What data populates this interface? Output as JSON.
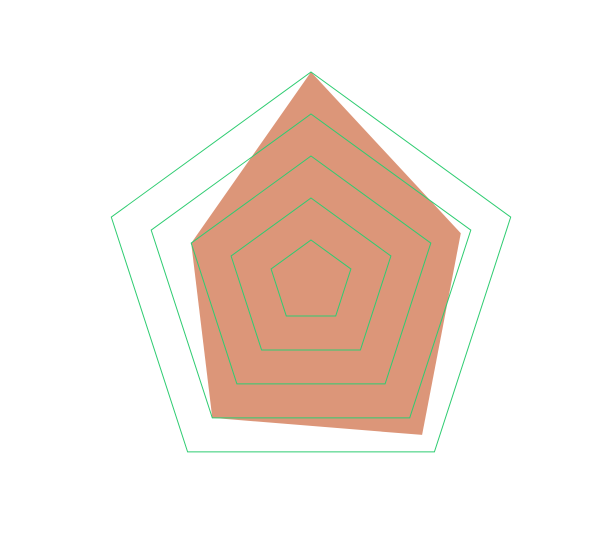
{
  "chart_data": {
    "type": "radar",
    "axes": 5,
    "max": 5,
    "rings": [
      1,
      2,
      3,
      4,
      5
    ],
    "series": [
      {
        "values": [
          5,
          3.75,
          4.5,
          4,
          3
        ]
      }
    ],
    "grid": true,
    "legend": "none"
  },
  "colors": {
    "grid": "#2ecc71",
    "area": "#dc9679",
    "background": "#ffffff"
  }
}
